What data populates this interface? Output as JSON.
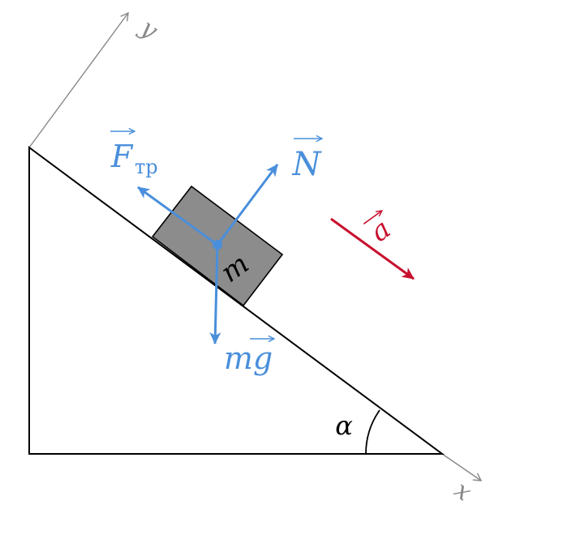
{
  "axes": {
    "x_label": "x",
    "y_label": "y"
  },
  "labels": {
    "mass": "m",
    "angle": "α",
    "normal_force": "N",
    "friction_force": "F",
    "friction_subscript": "тр",
    "gravity_force": "mg",
    "acceleration": "a"
  },
  "colors": {
    "force": "#4a8fdb",
    "acceleration": "#c8102e",
    "axis": "#888888",
    "incline": "#000000",
    "block_fill": "#8c8c8c",
    "block_stroke": "#000000"
  },
  "icons": {
    "vector_arrow": "right-arrow-over-letter"
  }
}
